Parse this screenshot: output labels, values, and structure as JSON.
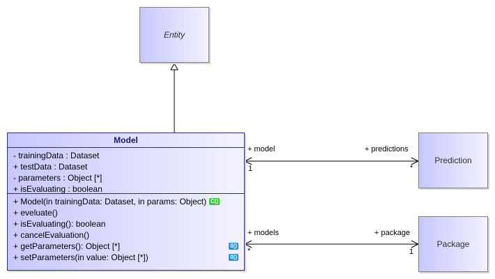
{
  "entity": {
    "name": "Entity"
  },
  "model_class": {
    "name": "Model",
    "attributes": [
      "- trainingData : Dataset",
      "+ testData : Dataset",
      "- parameters : Object [*]",
      "+ isEvaluating : boolean"
    ],
    "operations": [
      {
        "text": "+ Model(in trainingData: Dataset, in params: Object)",
        "badge": "C()"
      },
      {
        "text": "+ eveluate()",
        "badge": ""
      },
      {
        "text": "+ isEvaluating(): boolean",
        "badge": ""
      },
      {
        "text": "+ cancelEvaluation()",
        "badge": ""
      },
      {
        "text": "+ getParameters(): Object [*]",
        "badge": "0()"
      },
      {
        "text": "+ setParameters(in value: Object [*])",
        "badge": "0()"
      }
    ]
  },
  "prediction": {
    "name": "Prediction"
  },
  "package": {
    "name": "Package"
  },
  "assoc_prediction": {
    "near_role": "+ model",
    "near_mult": "1",
    "far_role": "+ predictions",
    "far_mult": "*"
  },
  "assoc_package": {
    "near_role": "+ models",
    "near_mult": "*",
    "far_role": "+ package",
    "far_mult": "1"
  },
  "colors": {
    "class_border": "#2b2b7a",
    "class_title": "#1a1a70",
    "fill_start": "#c8c8ff",
    "fill_end": "#f2f2ff",
    "constructor_badge": "#33cc33",
    "property_badge": "#2e8fd6"
  }
}
